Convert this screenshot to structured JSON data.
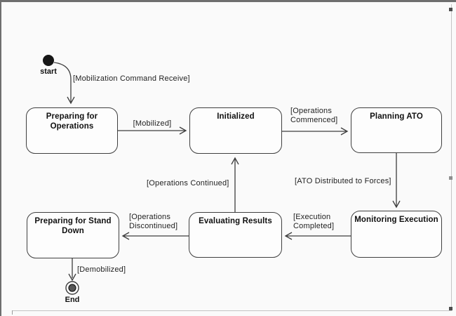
{
  "diagram": {
    "type": "uml-state-diagram",
    "start_node": {
      "label": "start"
    },
    "end_node": {
      "label": "End"
    },
    "states": [
      {
        "id": "preparing-for-operations",
        "label": "Preparing for\nOperations"
      },
      {
        "id": "initialized",
        "label": "Initialized"
      },
      {
        "id": "planning-ato",
        "label": "Planning ATO"
      },
      {
        "id": "monitoring-execution",
        "label": "Monitoring Execution"
      },
      {
        "id": "evaluating-results",
        "label": "Evaluating Results"
      },
      {
        "id": "preparing-for-stand-down",
        "label": "Preparing for Stand\nDown"
      }
    ],
    "transitions": [
      {
        "from": "start",
        "to": "Preparing for Operations",
        "label": "[Mobilization Command Receive]"
      },
      {
        "from": "Preparing for Operations",
        "to": "Initialized",
        "label": "[Mobilized]"
      },
      {
        "from": "Initialized",
        "to": "Planning ATO",
        "label": "[Operations\nCommenced]"
      },
      {
        "from": "Planning ATO",
        "to": "Monitoring Execution",
        "label": "[ATO Distributed to Forces]"
      },
      {
        "from": "Monitoring Execution",
        "to": "Evaluating Results",
        "label": "[Execution\nCompleted]"
      },
      {
        "from": "Evaluating Results",
        "to": "Initialized",
        "label": "[Operations Continued]"
      },
      {
        "from": "Evaluating Results",
        "to": "Preparing for Stand Down",
        "label": "[Operations\nDiscontinued]"
      },
      {
        "from": "Preparing for Stand Down",
        "to": "End",
        "label": "[Demobilized]"
      }
    ],
    "colors": {
      "stroke": "#3d3d3d",
      "state_fill": "#fdfdfd",
      "canvas_background": "#fafafa",
      "frame": "#6e6e6e"
    }
  }
}
